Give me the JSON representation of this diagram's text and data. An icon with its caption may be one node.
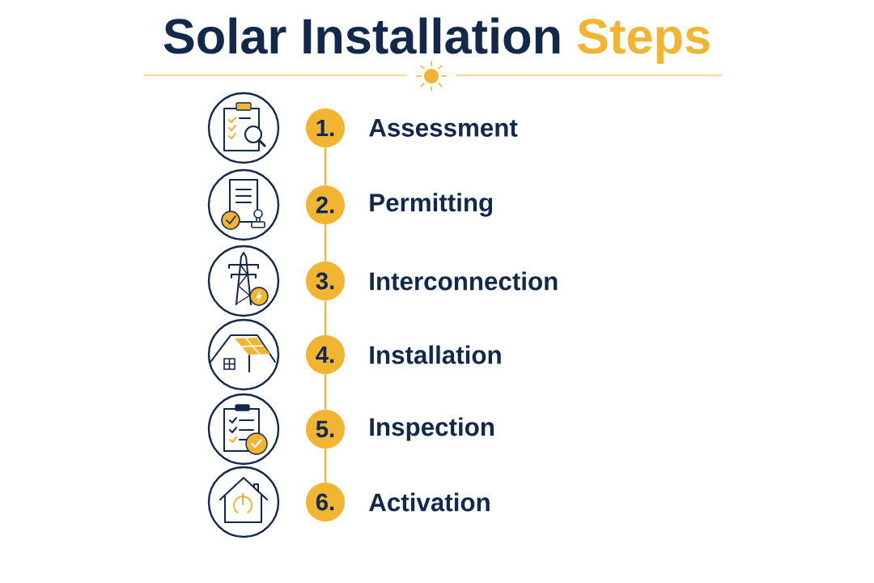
{
  "diagram": {
    "title": "Solar Installation Steps",
    "nodes": [
      {
        "text": [
          "1."
        ],
        "beside": [
          "Assessment"
        ]
      },
      {
        "text": [
          "2."
        ],
        "beside": [
          "Permitting"
        ]
      },
      {
        "text": [
          "3."
        ],
        "beside": [
          "Interconnection"
        ]
      },
      {
        "text": [
          "4."
        ],
        "beside": [
          "Installation"
        ]
      },
      {
        "text": [
          "5."
        ],
        "beside": [
          "Inspection"
        ]
      },
      {
        "text": [
          "6."
        ],
        "beside": [
          "Activation"
        ]
      }
    ],
    "edges": [
      {
        "from": 0,
        "to": 1,
        "arrow": "none"
      },
      {
        "from": 1,
        "to": 2,
        "arrow": "none"
      },
      {
        "from": 2,
        "to": 3,
        "arrow": "none"
      },
      {
        "from": 3,
        "to": 4,
        "arrow": "none"
      },
      {
        "from": 4,
        "to": 5,
        "arrow": "none"
      }
    ]
  }
}
